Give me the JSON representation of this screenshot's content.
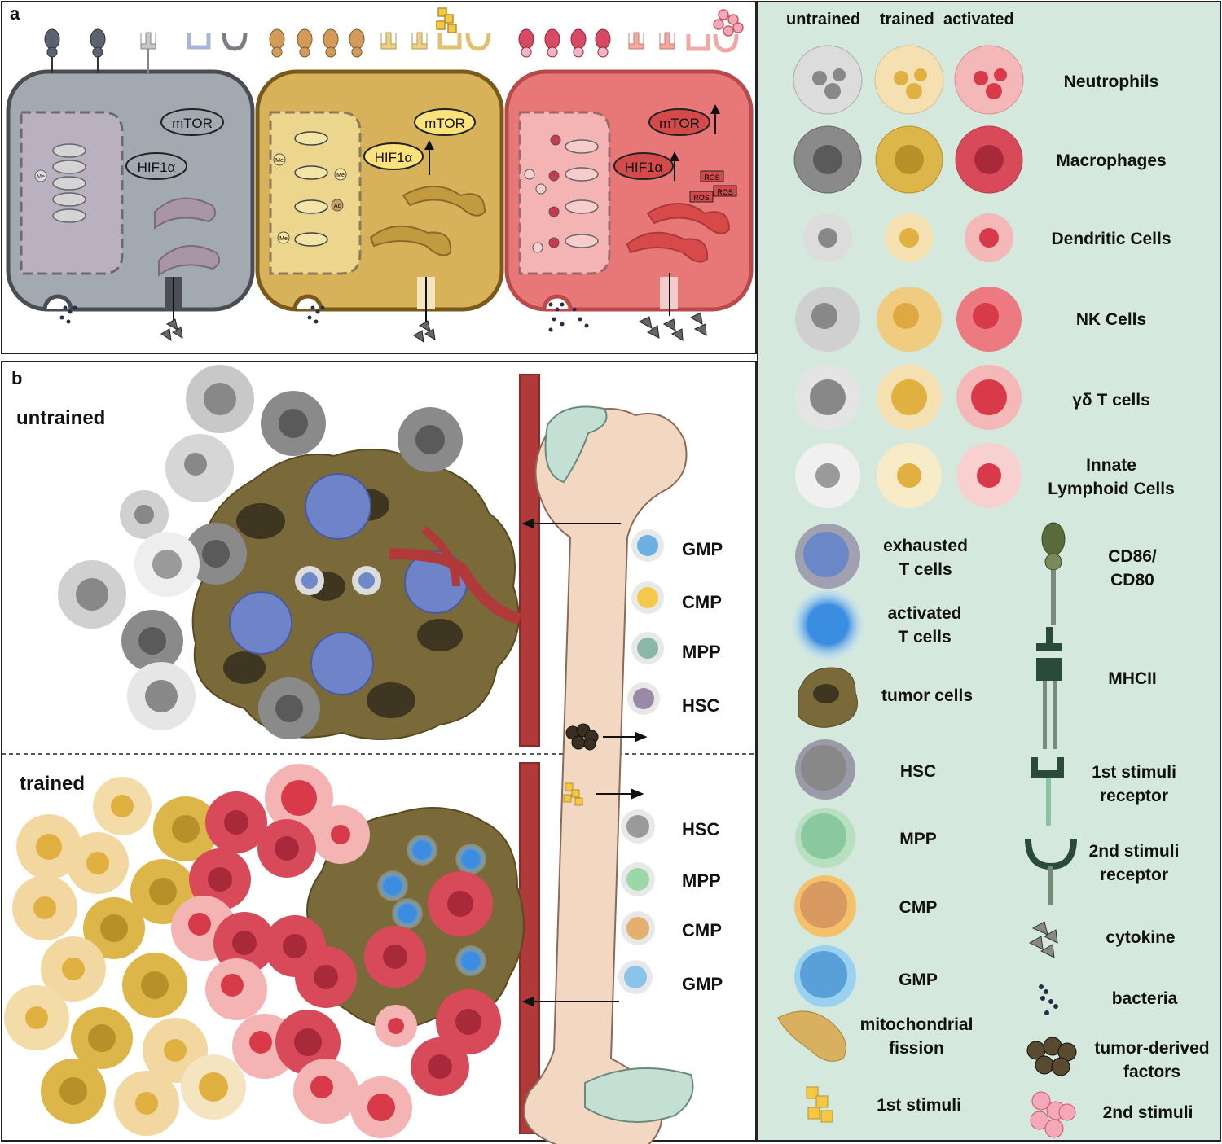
{
  "panel_a": {
    "label": "a",
    "mtor": "mTOR",
    "hif": "HIF1α",
    "me": "Me",
    "ac": "Ac",
    "ros": "ROS"
  },
  "panel_b": {
    "label": "b",
    "untrained": "untrained",
    "trained": "trained",
    "upper_cells": [
      "GMP",
      "CMP",
      "MPP",
      "HSC"
    ],
    "lower_cells": [
      "HSC",
      "MPP",
      "CMP",
      "GMP"
    ]
  },
  "legend": {
    "headers": [
      "untrained",
      "trained",
      "activated"
    ],
    "cell_rows": [
      {
        "label": "Neutrophils"
      },
      {
        "label": "Macrophages"
      },
      {
        "label": "Dendritic Cells"
      },
      {
        "label": "NK Cells"
      },
      {
        "label": "γδ T cells"
      },
      {
        "label": "Innate\nLymphoid Cells"
      }
    ],
    "left_items": [
      {
        "label": "exhausted\nT cells"
      },
      {
        "label": "activated\nT cells"
      },
      {
        "label": "tumor cells"
      },
      {
        "label": "HSC"
      },
      {
        "label": "MPP"
      },
      {
        "label": "CMP"
      },
      {
        "label": "GMP"
      },
      {
        "label": "mitochondrial\nfission"
      },
      {
        "label": "1st stimuli"
      }
    ],
    "right_items": [
      {
        "label": "CD86/\nCD80"
      },
      {
        "label": "MHCII"
      },
      {
        "label": "1st stimuli\nreceptor"
      },
      {
        "label": "2nd stimuli\nreceptor"
      },
      {
        "label": "cytokine"
      },
      {
        "label": "bacteria"
      },
      {
        "label": "tumor-derived\nfactors"
      },
      {
        "label": "2nd stimuli"
      }
    ]
  },
  "colors": {
    "untrained": "#9aa0a6",
    "trained": "#e0b84a",
    "activated": "#e05a66",
    "legend_bg": "#d4e8de",
    "tumor": "#7a6a3a",
    "vessel": "#b03a3a",
    "bone": "#f2d8c2"
  }
}
